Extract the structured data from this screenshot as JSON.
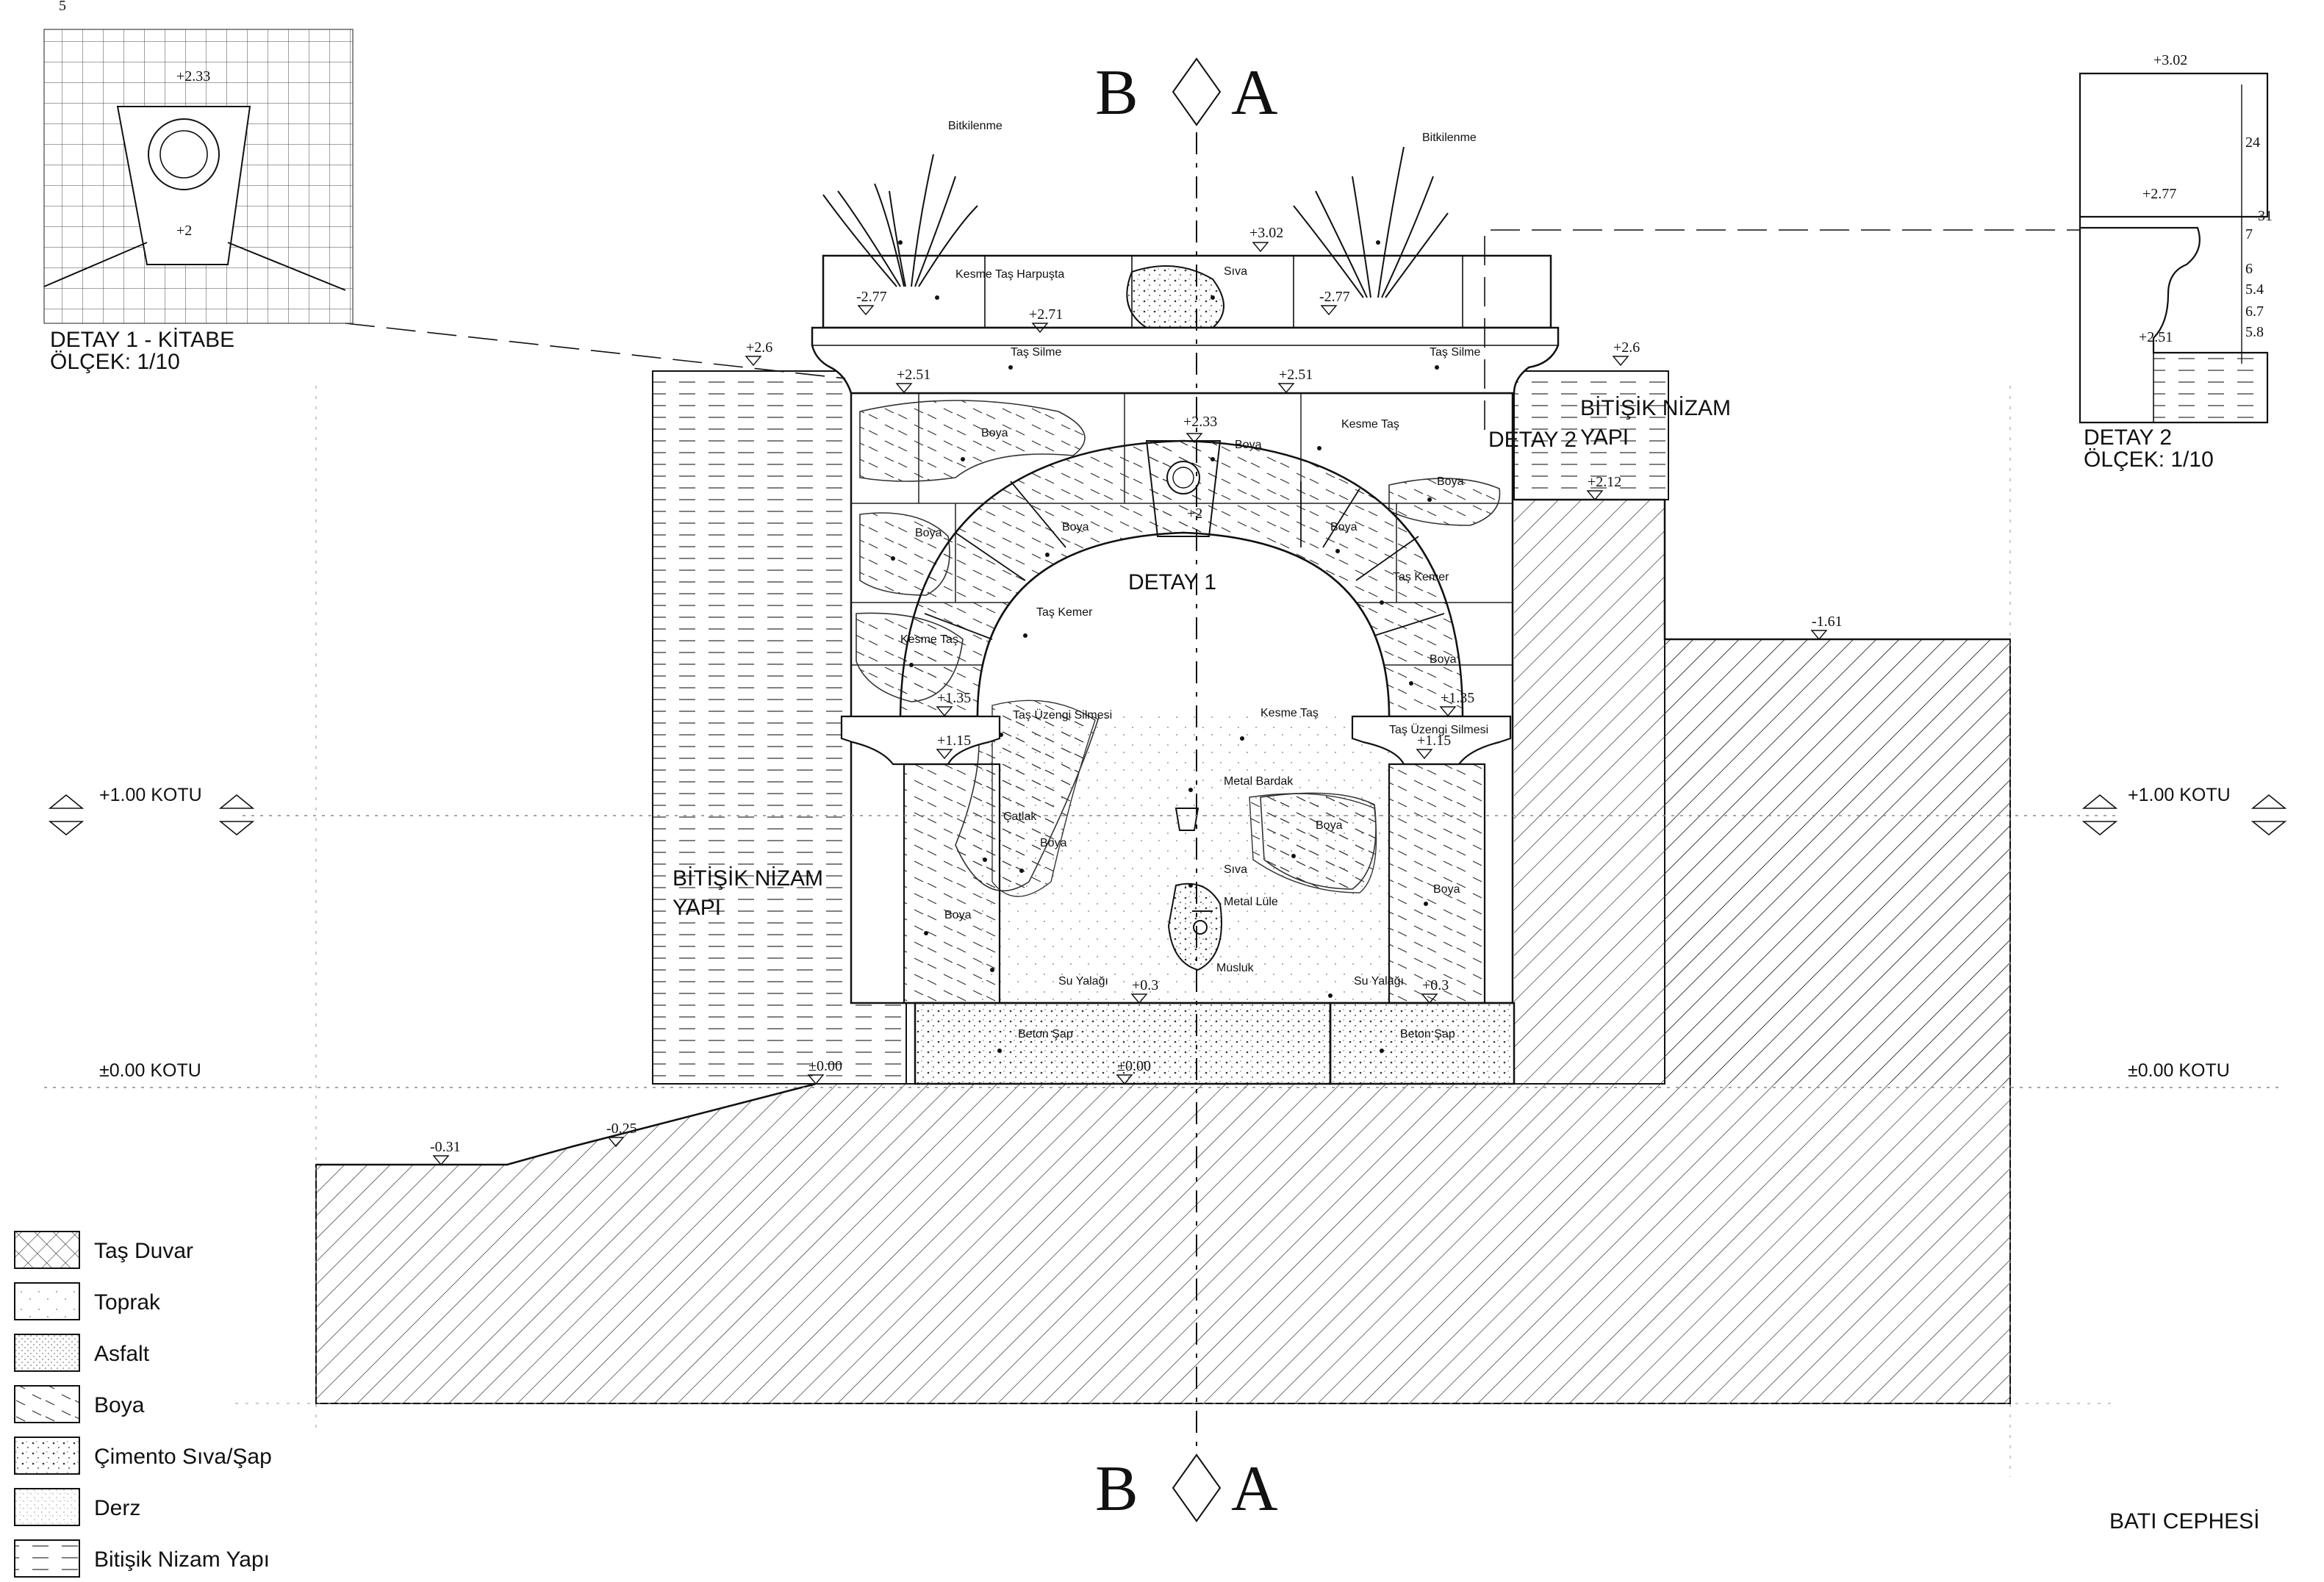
{
  "section_marks": {
    "left_letter": "B",
    "right_letter": "A"
  },
  "detail1": {
    "title": "DETAY 1 - KİTABE",
    "scale": "ÖLÇEK: 1/10",
    "level_top": "+2.33",
    "level_bottom": "+2",
    "dim": "5"
  },
  "detail2": {
    "title": "DETAY 2",
    "scale": "ÖLÇEK: 1/10",
    "levels": [
      "+3.02",
      "+2.77",
      "+2.51"
    ],
    "dims": [
      "24",
      "31",
      "7",
      "6",
      "5.4",
      "6.7",
      "5.8"
    ]
  },
  "kotu": {
    "plus100": "+1.00 KOTU",
    "zero": "±0.00 KOTU"
  },
  "levels": {
    "top": "+3.02",
    "harpusta_left": "-2.77",
    "harpusta_right": "-2.77",
    "silme": "+2.71",
    "side_left": "+2.6",
    "side_right": "+2.6",
    "base_left": "+2.51",
    "base_right": "+2.51",
    "kitabe_top": "+2.33",
    "kitabe_bottom": "+2",
    "neighbor_right": "+2.12",
    "ground_right": "-1.61",
    "uzengi_top_left": "+1.35",
    "uzengi_top_right": "+1.35",
    "uzengi_bottom_left": "+1.15",
    "uzengi_bottom_right": "+1.15",
    "basin_left": "+0.3",
    "basin_right": "+0.3",
    "ground_left": "±0.00",
    "ground_mid": "±0.00",
    "ground_slope": "-0.25",
    "ground_far": "-0.31"
  },
  "labels": {
    "bitkilenme_left": "Bitkilenme",
    "bitkilenme_right": "Bitkilenme",
    "harpusta": "Kesme Taş Harpuşta",
    "siva_top": "Sıva",
    "silme_left": "Taş Silme",
    "silme_right": "Taş Silme",
    "boya_tl": "Boya",
    "boya_kitabe": "Boya",
    "kesme_tas_tr": "Kesme Taş",
    "boya_tr": "Boya",
    "boya_l": "Boya",
    "boya_arch_l": "Boya",
    "boya_arch_r": "Boya",
    "tas_kemer_r": "Taş Kemer",
    "detay1_ref": "DETAY 1",
    "detay2_ref": "DETAY 2",
    "tas_kemer_l": "Taş Kemer",
    "kesme_tas_l": "Kesme Taş",
    "boya_arch_r2": "Boya",
    "uzengi_l": "Taş Üzengi Silmesi",
    "uzengi_r": "Taş Üzengi Silmesi",
    "kesme_tas_c": "Kesme Taş",
    "metal_bardak": "Metal Bardak",
    "catlak": "Çatlak",
    "boya_lp": "Boya",
    "boya_cr": "Boya",
    "siva_c": "Sıva",
    "metal_lule": "Metal Lüle",
    "musluk": "Musluk",
    "boya_lp2": "Boya",
    "boya_rp": "Boya",
    "su_yalagi_l": "Su Yalağı",
    "su_yalagi_r": "Su Yalağı",
    "beton_sap_l": "Beton Şap",
    "beton_sap_r": "Beton Şap"
  },
  "neighbor": {
    "right_line1": "BİTİŞİK NİZAM",
    "right_line2": "YAPI",
    "left_line1": "BİTİŞİK NİZAM",
    "left_line2": "YAPI"
  },
  "legend": [
    {
      "label": "Taş Duvar",
      "pattern": "crosshatch"
    },
    {
      "label": "Toprak",
      "pattern": "dots-sparse"
    },
    {
      "label": "Asfalt",
      "pattern": "stipple"
    },
    {
      "label": "Boya",
      "pattern": "dashes"
    },
    {
      "label": "Çimento Sıva/Şap",
      "pattern": "dots-dense"
    },
    {
      "label": "Derz",
      "pattern": "dots-fine"
    },
    {
      "label": "Bitişik Nizam Yapı",
      "pattern": "horizontal-dashes"
    }
  ],
  "sheet_title": "BATI CEPHESİ"
}
